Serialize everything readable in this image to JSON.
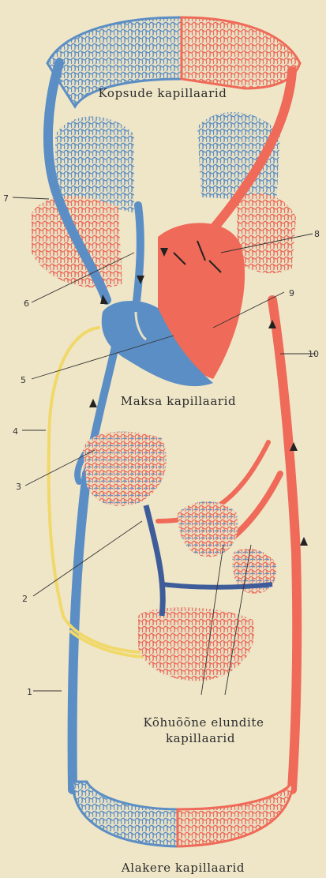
{
  "labels": {
    "lungs": "Kopsude kapillaarid",
    "liver": "Maksa kapillaarid",
    "abdominal_line1": "Kõhuõõne elundite",
    "abdominal_line2": "kapillaarid",
    "lower_body": "Alakere kapillaarid"
  },
  "numbers": {
    "n1": "1",
    "n2": "2",
    "n3": "3",
    "n4": "4",
    "n5": "5",
    "n6": "6",
    "n7": "7",
    "n8": "8",
    "n9": "9",
    "n10": "10"
  },
  "colors": {
    "venous": "#5b8ec4",
    "arterial": "#ef6a58",
    "lymph": "#f1d86a",
    "mixed": "#6a5aa8",
    "background": "#efe6c8"
  }
}
